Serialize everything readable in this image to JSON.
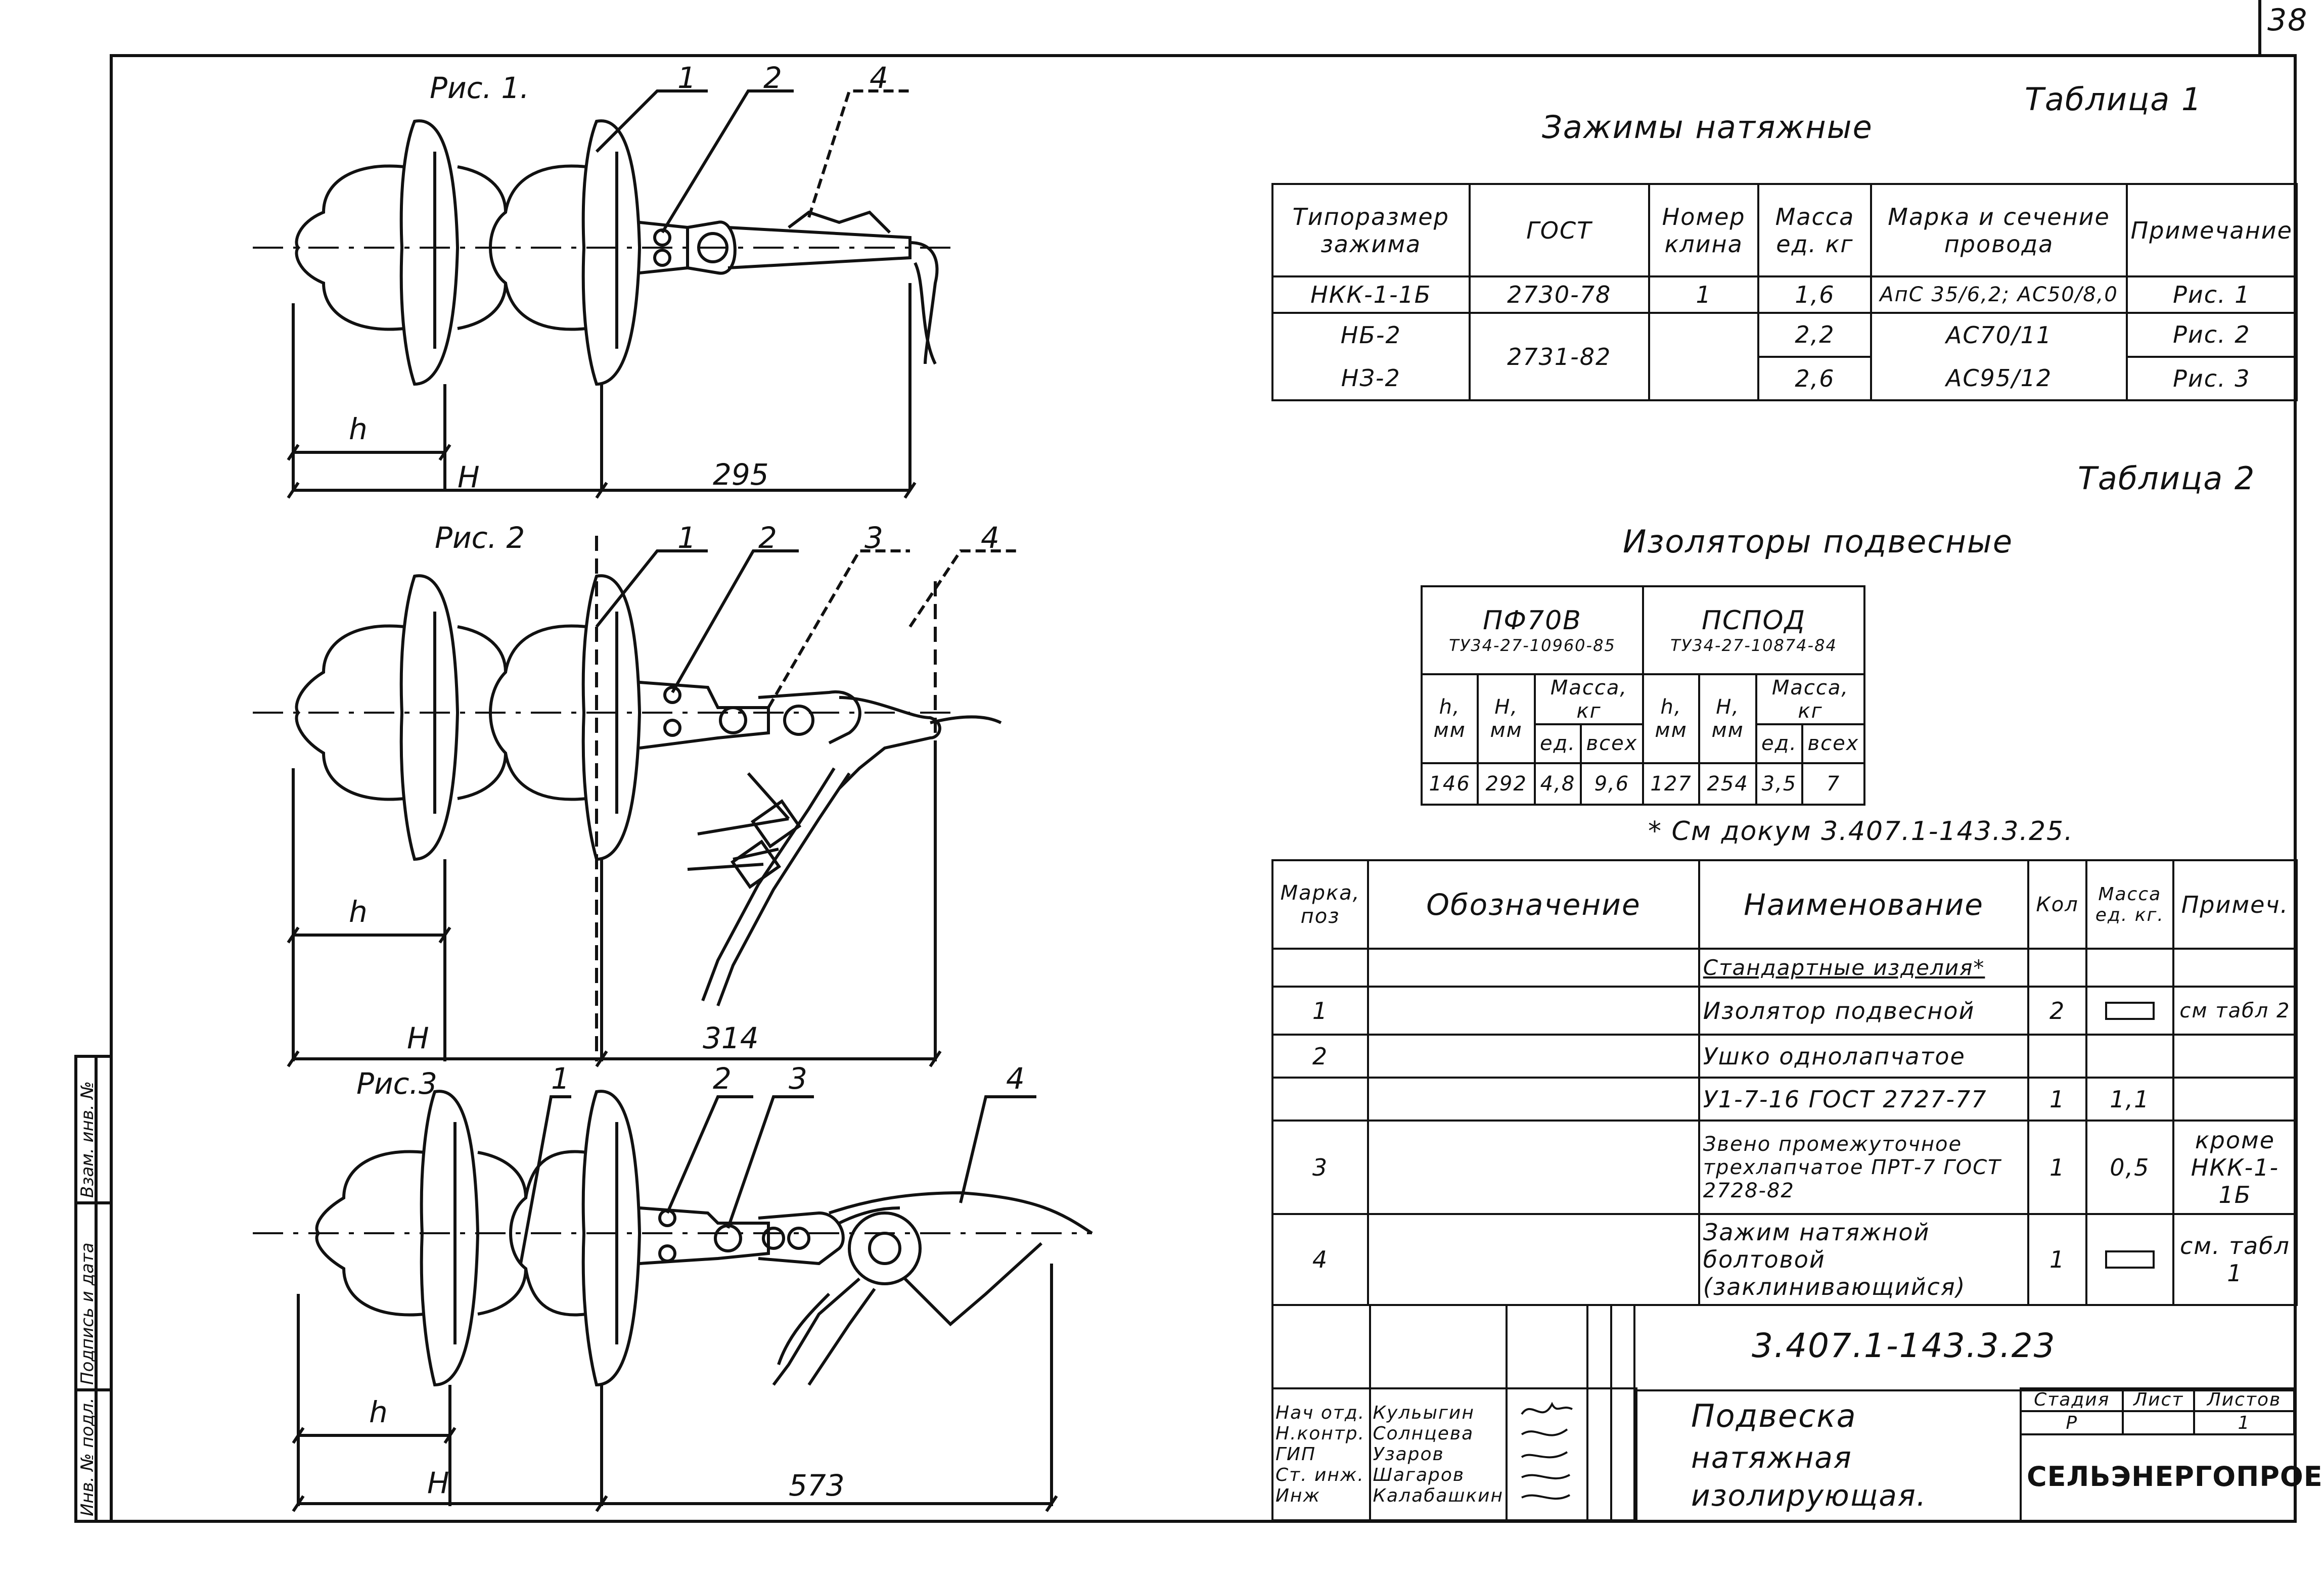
{
  "sheet": {
    "number": "38"
  },
  "figures": [
    {
      "title": "Рис. 1.",
      "callouts": [
        "1",
        "2",
        "4"
      ],
      "dims": {
        "h": "h",
        "H": "H",
        "length": "295"
      }
    },
    {
      "title": "Рис. 2",
      "callouts": [
        "1",
        "2",
        "3",
        "4"
      ],
      "dims": {
        "h": "h",
        "H": "H",
        "length": "314"
      }
    },
    {
      "title": "Рис.3",
      "callouts": [
        "1",
        "2",
        "3",
        "4"
      ],
      "dims": {
        "h": "h",
        "H": "H",
        "length": "573"
      }
    }
  ],
  "table1": {
    "label": "Таблица 1",
    "title": "Зажимы натяжные",
    "headers": [
      "Типоразмер зажима",
      "ГОСТ",
      "Номер клина",
      "Масса ед. кг",
      "Марка и сечение провода",
      "Примечание"
    ],
    "rows": [
      [
        "НКК-1-1Б",
        "2730-78",
        "1",
        "1,6",
        "АпС 35/6,2; АС50/8,0",
        "Рис. 1"
      ],
      [
        "НБ-2",
        "2731-82",
        "",
        "2,2",
        "АС70/11",
        "Рис. 2"
      ],
      [
        "НЗ-2",
        "",
        "",
        "2,6",
        "АС95/12",
        "Рис. 3"
      ]
    ]
  },
  "table2": {
    "label": "Таблица 2",
    "title": "Изоляторы подвесные",
    "groups": [
      {
        "name": "ПФ70В",
        "spec": "ТУ34-27-10960-85"
      },
      {
        "name": "ПСПОД",
        "spec": "ТУ34-27-10874-84"
      }
    ],
    "sub_headers": [
      "h, мм",
      "H, мм",
      "Масса, кг"
    ],
    "mass_headers": [
      "ед.",
      "всех"
    ],
    "values": [
      "146",
      "292",
      "4,8",
      "9,6",
      "127",
      "254",
      "3,5",
      "7"
    ],
    "note": "* См докум 3.407.1-143.3.25."
  },
  "spec": {
    "headers": [
      "Марка, поз",
      "Обозначение",
      "Наименование",
      "Кол",
      "Масса ед. кг.",
      "Примеч."
    ],
    "section": "Стандартные изделия*",
    "rows": [
      {
        "pos": "1",
        "name": "Изолятор подвесной",
        "qty": "2",
        "mass": "",
        "note": "см табл 2"
      },
      {
        "pos": "2",
        "name": "Ушко однолапчатое",
        "qty": "",
        "mass": "",
        "note": ""
      },
      {
        "pos": "",
        "name": "У1-7-16 ГОСТ 2727-77",
        "qty": "1",
        "mass": "1,1",
        "note": ""
      },
      {
        "pos": "3",
        "name": "Звено промежуточное трехлапчатое ПРТ-7 ГОСТ 2728-82",
        "qty": "1",
        "mass": "0,5",
        "note": "кроме НКК-1-1Б"
      },
      {
        "pos": "4",
        "name": "Зажим натяжной болтовой (заклинивающийся)",
        "qty": "1",
        "mass": "",
        "note": "см. табл 1"
      }
    ]
  },
  "title_block": {
    "code": "3.407.1-143.3.23",
    "title_lines": [
      "Подвеска",
      "натяжная",
      "изолирующая."
    ],
    "roles": [
      "Нач отд.",
      "Н.контр.",
      "ГИП",
      "Ст. инж.",
      "Инж"
    ],
    "names": [
      "Кульыгин",
      "Солнцева",
      "Узаров",
      "Шагаров",
      "Калабашкин"
    ],
    "stage_headers": [
      "Стадия",
      "Лист",
      "Листов"
    ],
    "stage_values": [
      "Р",
      "",
      "1"
    ],
    "org": "СЕЛЬЭНЕРГОПРОЕКТ"
  },
  "side_stamp": [
    "Инв. № подл.",
    "Подпись и дата",
    "Взам. инв. №"
  ]
}
